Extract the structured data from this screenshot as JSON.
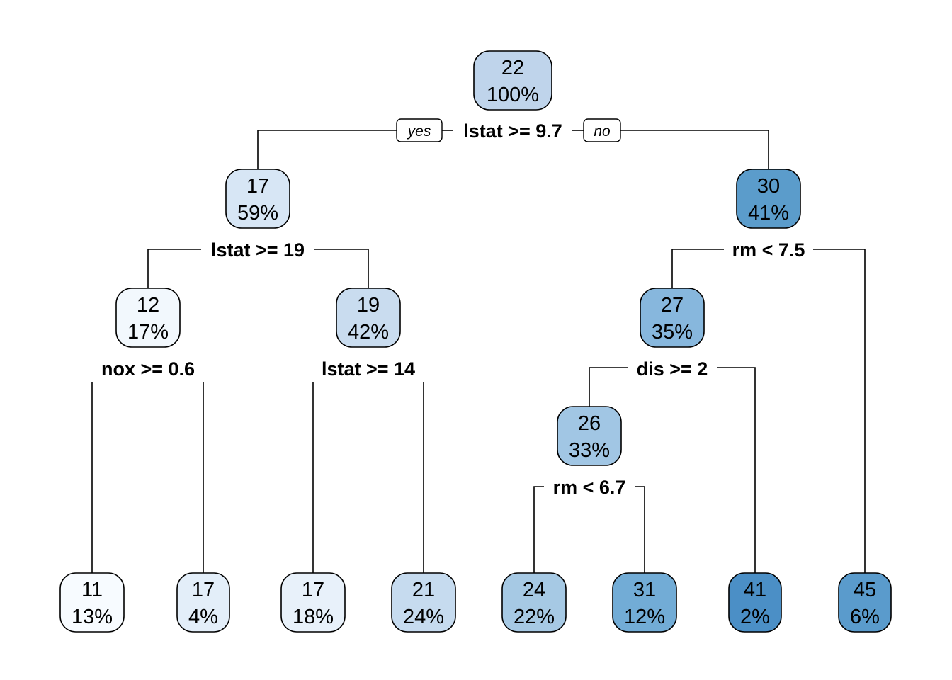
{
  "tree": {
    "yes_label": "yes",
    "no_label": "no",
    "nodes": {
      "root": {
        "value": "22",
        "percent": "100%",
        "color": "#bfd4eb"
      },
      "n2": {
        "value": "17",
        "percent": "59%",
        "color": "#d7e6f5"
      },
      "n3": {
        "value": "30",
        "percent": "41%",
        "color": "#5b9ccb"
      },
      "n4": {
        "value": "12",
        "percent": "17%",
        "color": "#f2f8fd"
      },
      "n5": {
        "value": "19",
        "percent": "42%",
        "color": "#c9dcef"
      },
      "n6": {
        "value": "27",
        "percent": "35%",
        "color": "#87b7dd"
      },
      "n12": {
        "value": "26",
        "percent": "33%",
        "color": "#a1c6e4"
      },
      "leaf1": {
        "value": "11",
        "percent": "13%",
        "color": "#f7fbff"
      },
      "leaf2": {
        "value": "17",
        "percent": "4%",
        "color": "#e3eef9"
      },
      "leaf3": {
        "value": "17",
        "percent": "18%",
        "color": "#e8f1fa"
      },
      "leaf4": {
        "value": "21",
        "percent": "24%",
        "color": "#c6dbef"
      },
      "leaf5": {
        "value": "24",
        "percent": "22%",
        "color": "#a6c9e4"
      },
      "leaf6": {
        "value": "31",
        "percent": "12%",
        "color": "#72acd6"
      },
      "leaf7": {
        "value": "41",
        "percent": "2%",
        "color": "#4b8fc6"
      },
      "leaf8": {
        "value": "45",
        "percent": "6%",
        "color": "#5a9bcc"
      }
    },
    "splits": {
      "root": "lstat >= 9.7",
      "n2": "lstat >= 19",
      "n3": "rm < 7.5",
      "n4": "nox >= 0.6",
      "n5": "lstat >= 14",
      "n6": "dis >= 2",
      "n12": "rm < 6.7"
    }
  }
}
